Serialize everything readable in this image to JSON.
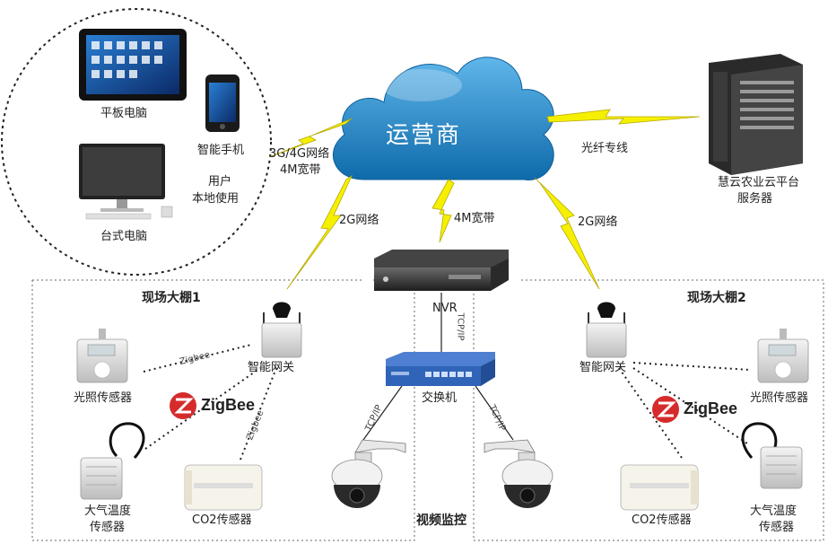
{
  "cloud": {
    "label": "运营商"
  },
  "user_area": {
    "tablet": "平板电脑",
    "phone": "智能手机",
    "desktop": "台式电脑",
    "local_use_line1": "用户",
    "local_use_line2": "本地使用"
  },
  "links": {
    "mobile_line1": "3G/4G网络",
    "mobile_line2": "4M宽带",
    "fiber": "光纤专线",
    "left_2g": "2G网络",
    "center_4m": "4M宽带",
    "right_2g": "2G网络",
    "tcpip_top": "TCP/IP",
    "tcpip_left": "TCP/IP",
    "tcpip_right": "TCP/IP",
    "zigbee_a": "Zigbee",
    "zigbee_b": "Zigbee"
  },
  "server": {
    "line1": "慧云农业云平台",
    "line2": "服务器"
  },
  "center": {
    "nvr": "NVR",
    "switch": "交换机",
    "video": "视频监控"
  },
  "greenhouse1": {
    "title": "现场大棚1",
    "gateway": "智能网关",
    "light_sensor": "光照传感器",
    "air_temp_line1": "大气温度",
    "air_temp_line2": "传感器",
    "co2_sensor": "CO2传感器",
    "zigbee_logo": "ZigBee"
  },
  "greenhouse2": {
    "title": "现场大棚2",
    "gateway": "智能网关",
    "light_sensor": "光照传感器",
    "air_temp_line1": "大气温度",
    "air_temp_line2": "传感器",
    "co2_sensor": "CO2传感器",
    "zigbee_logo": "ZigBee"
  },
  "colors": {
    "cloud": "#1e86c8",
    "bolt": "#f5f000",
    "switch": "#2f64b8",
    "zigbee_red": "#d62b2b"
  },
  "icons": [
    "cloud-icon",
    "tablet-icon",
    "smartphone-icon",
    "desktop-icon",
    "server-icon",
    "nvr-icon",
    "switch-icon",
    "gateway-icon",
    "light-sensor-icon",
    "temperature-sensor-icon",
    "co2-sensor-icon",
    "ptz-camera-icon",
    "zigbee-logo-icon",
    "lightning-bolt-icon"
  ]
}
